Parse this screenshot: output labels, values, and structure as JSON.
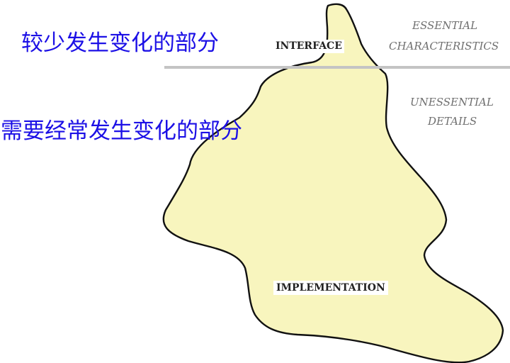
{
  "labels": {
    "stable_part": "较少发生变化的部分",
    "changing_part": "需要经常发生变化的部分"
  },
  "diagram": {
    "interface": "INTERFACE",
    "implementation": "IMPLEMENTATION",
    "essential_line1": "ESSENTIAL",
    "essential_line2": "CHARACTERISTICS",
    "unessential_line1": "UNESSENTIAL",
    "unessential_line2": "DETAILS"
  },
  "colors": {
    "blob_fill": "#f8f5be",
    "blob_stroke": "#111111",
    "divider": "#c4c4c4",
    "chinese_text": "#1c10e6"
  }
}
